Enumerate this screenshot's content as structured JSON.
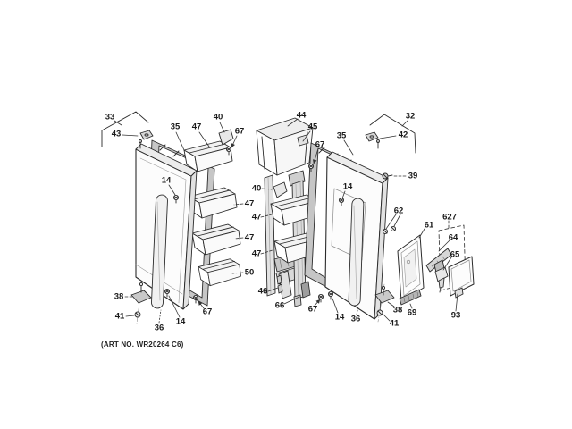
{
  "artwork": {
    "art_no": "(ART NO. WR20264 C6)"
  },
  "diagram_type": "refrigerator-door-exploded-parts-diagram",
  "colors": {
    "background": "#ffffff",
    "line": "#2b2b2b",
    "shade": "#c6c6c6",
    "leader": "#333333",
    "label_text": "#1a1a1a"
  },
  "callouts": {
    "c33": "33",
    "c43": "43",
    "c35_left": "35",
    "c47_top_left": "47",
    "c40_top": "40",
    "c67_top_left": "67",
    "c44": "44",
    "c45": "45",
    "c67_mid_top": "67",
    "c35_right": "35",
    "c42": "42",
    "c32": "32",
    "c39": "39",
    "c14_left_door": "14",
    "c40_mid": "40",
    "c47_left_bin1": "47",
    "c47_mid_bin1": "47",
    "c47_left_bin2": "47",
    "c47_mid_bin2": "47",
    "c50": "50",
    "c46": "46",
    "c66": "66",
    "c14_right_door": "14",
    "c62": "62",
    "c61": "61",
    "c627": "627",
    "c64": "64",
    "c65": "65",
    "c38_left": "38",
    "c41_left": "41",
    "c36_left": "36",
    "c14_left_bottom": "14",
    "c67_left_bottom": "67",
    "c67_right_bottom": "67",
    "c14_right_bottom": "14",
    "c36_right": "36",
    "c38_right": "38",
    "c41_right": "41",
    "c69": "69",
    "c93": "93"
  }
}
